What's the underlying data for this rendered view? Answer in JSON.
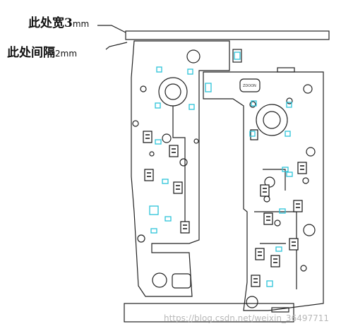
{
  "annotations": {
    "width_note_text": "此处宽3",
    "width_note_unit": "mm",
    "gap_note_text": "此处间隔",
    "gap_note_unit": "2mm"
  },
  "board_label": "ZDOON",
  "watermark": "https://blog.csdn.net/weixin_36497711",
  "colors": {
    "outline": "#222222",
    "component_cyan": "#2bc4d9",
    "watermark": "#b8b8b8"
  }
}
